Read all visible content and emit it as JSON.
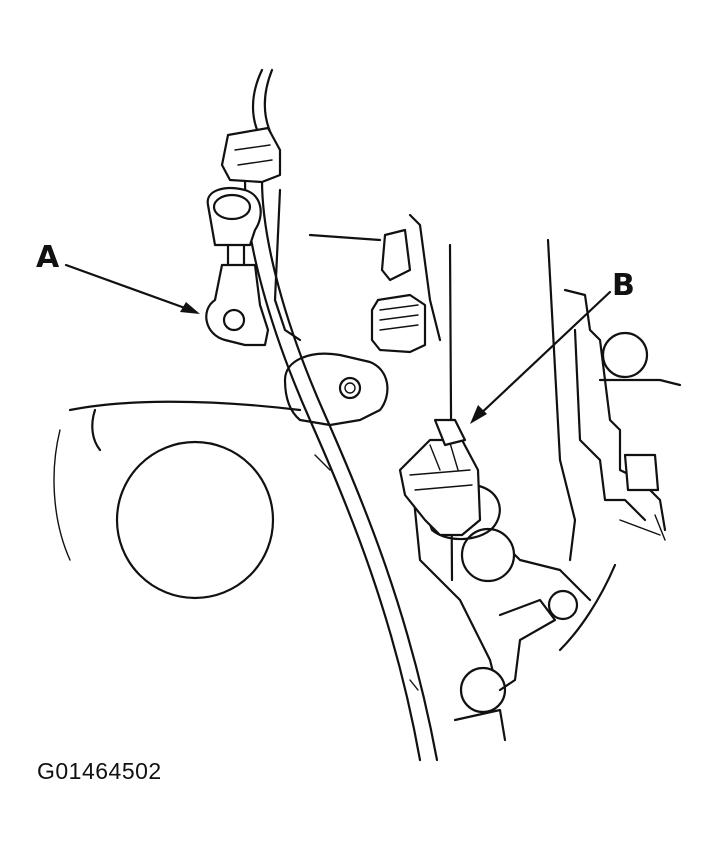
{
  "figure": {
    "callouts": {
      "a": "A",
      "b": "B"
    },
    "figure_id": "G01464502"
  },
  "colors": {
    "ink": "#111111",
    "paper": "#ffffff"
  }
}
